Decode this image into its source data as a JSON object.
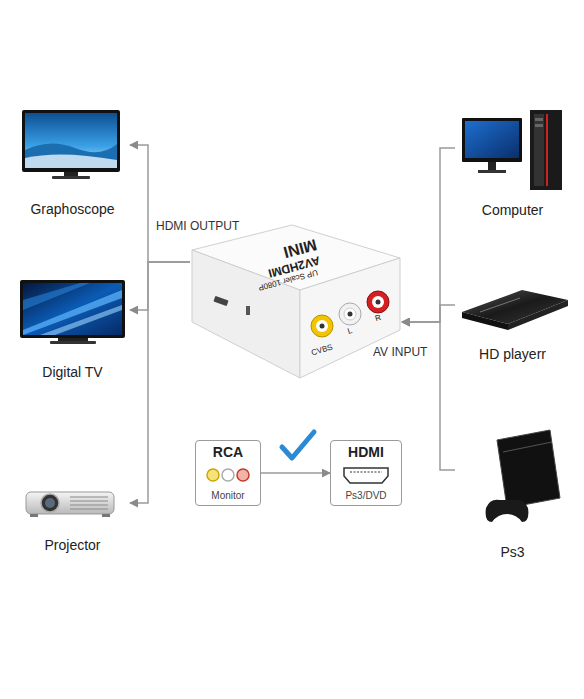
{
  "diagram": {
    "nodes": [
      {
        "text": [
          "Graphoscope"
        ]
      },
      {
        "text": [
          "Computer"
        ]
      },
      {
        "text": [
          "MINI",
          "AV2HDMI",
          "UP Scaler 1080P",
          "CVBS",
          "L",
          "R"
        ]
      },
      {
        "text": [
          "Digital TV"
        ]
      },
      {
        "text": [
          "HD playerr"
        ]
      },
      {
        "text": [
          "RCA",
          "Monitor"
        ]
      },
      {
        "text": [
          "HDMI",
          "Ps3/DVD"
        ]
      },
      {
        "text": [
          "Projector"
        ]
      },
      {
        "text": [
          "Ps3"
        ]
      }
    ],
    "edges": [
      {
        "from": 2,
        "to": 0,
        "arrow": "to"
      },
      {
        "from": 2,
        "to": 3,
        "arrow": "to"
      },
      {
        "from": 2,
        "to": 7,
        "arrow": "to"
      },
      {
        "from": 1,
        "to": 2,
        "arrow": "to"
      },
      {
        "from": 4,
        "to": 2,
        "arrow": "to"
      },
      {
        "from": 8,
        "to": 2,
        "arrow": "to"
      },
      {
        "from": 5,
        "to": 6,
        "arrow": "to"
      }
    ],
    "labels": [
      "HDMI OUTPUT",
      "AV INPUT"
    ]
  }
}
